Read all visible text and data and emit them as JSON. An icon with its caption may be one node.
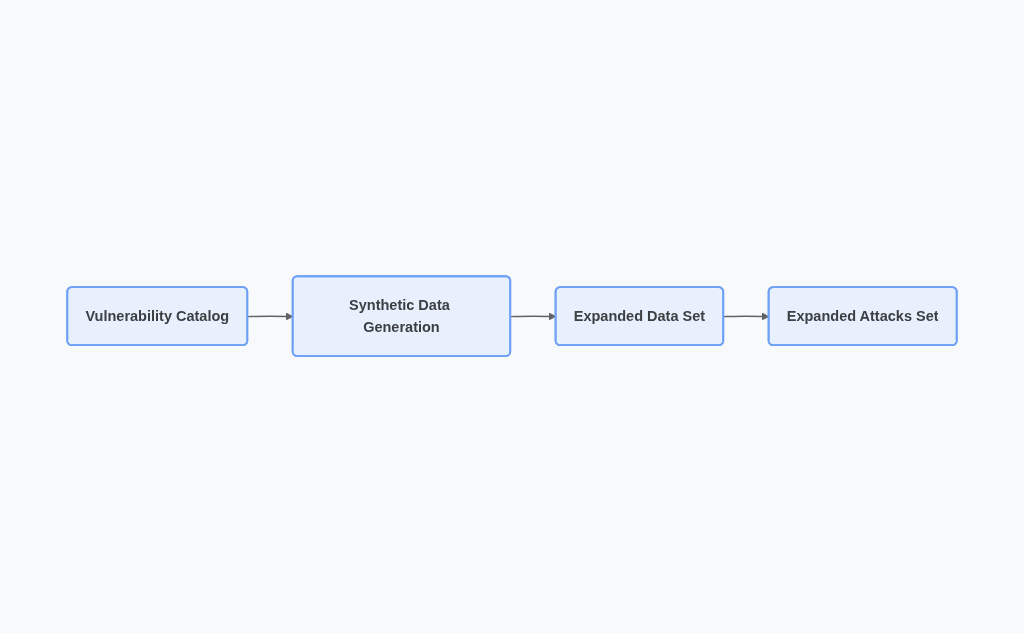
{
  "diagram": {
    "nodes": [
      {
        "text": [
          "Vulnerability Catalog"
        ]
      },
      {
        "text": [
          "Synthetic Data Generation"
        ]
      },
      {
        "text": [
          "Expanded Data Set"
        ]
      },
      {
        "text": [
          "Expanded Attacks Set"
        ]
      }
    ],
    "edges": [
      {
        "from": 0,
        "to": 1,
        "arrow": "to"
      },
      {
        "from": 1,
        "to": 2,
        "arrow": "to"
      },
      {
        "from": 2,
        "to": 3,
        "arrow": "to"
      }
    ]
  }
}
